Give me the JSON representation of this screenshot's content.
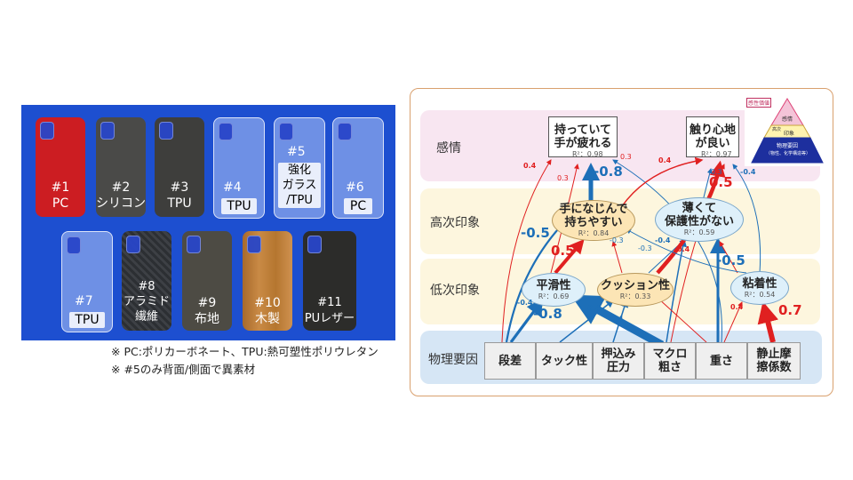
{
  "photo": {
    "cases": [
      {
        "num": "#1",
        "label": "PC",
        "color": "#cc1d22"
      },
      {
        "num": "#2",
        "label": "シリコン",
        "color": "#4a4a48"
      },
      {
        "num": "#3",
        "label": "TPU",
        "color": "#3e3e3c"
      },
      {
        "num": "#4",
        "label": "TPU",
        "color": "clear"
      },
      {
        "num": "#5",
        "label": "強化\nガラス\n/TPU",
        "color": "clear"
      },
      {
        "num": "#6",
        "label": "PC",
        "color": "clear"
      },
      {
        "num": "#7",
        "label": "TPU",
        "color": "clear"
      },
      {
        "num": "#8",
        "label": "アラミド\n繊維",
        "color": "#33363a"
      },
      {
        "num": "#9",
        "label": "布地",
        "color": "#4d4b44"
      },
      {
        "num": "#10",
        "label": "木製",
        "color": "#b57634"
      },
      {
        "num": "#11",
        "label": "PUレザー",
        "color": "#2c2c2a"
      }
    ],
    "notes": [
      "※ PC:ポリカーボネート、TPU:熱可塑性ポリウレタン",
      "※ #5のみ背面/側面で異素材"
    ]
  },
  "diagram": {
    "rows": {
      "kansei": "感情",
      "high": "高次印象",
      "low": "低次印象",
      "phys": "物理要因"
    },
    "emotions": [
      {
        "name": "持っていて\n手が疲れる",
        "r2": "R²：0.98"
      },
      {
        "name": "触り心地\nが良い",
        "r2": "R²：0.97"
      }
    ],
    "high": [
      {
        "name": "手になじんで\n持ちやすい",
        "r2": "R²：0.84"
      },
      {
        "name": "薄くて\n保護性がない",
        "r2": "R²：0.59"
      }
    ],
    "low": [
      {
        "name": "平滑性",
        "r2": "R²：0.69"
      },
      {
        "name": "クッション性",
        "r2": "R²：0.33"
      },
      {
        "name": "粘着性",
        "r2": "R²：0.54"
      }
    ],
    "phys": [
      "段差",
      "タック性",
      "押込み\n圧力",
      "マクロ\n粗さ",
      "重さ",
      "静止摩\n擦係数"
    ],
    "coefs": {
      "c1": "0.4",
      "c2": "0.3",
      "c3": "0.3",
      "c4": "-0.8",
      "c5": "0.4",
      "c6": "-0.3",
      "c7": "-0.4",
      "c8": "0.5",
      "c9": "-0.5",
      "c10": "0.5",
      "c11": "-0.3",
      "c12": "-0.3",
      "c13": "-0.4",
      "c14": "0.4",
      "c15": "-0.5",
      "c16": "-0.4",
      "c17": "-0.8",
      "c18": "-0.4",
      "c19": "-0.4",
      "c20": "0.4",
      "c21": "0.7"
    },
    "legend": {
      "top": "感性価値",
      "l1": "感情",
      "mid": "高次",
      "l2": "印象",
      "l3": "物理要因",
      "l3sub": "（物性、化学構造等）"
    },
    "colors": {
      "positive": "#e02020",
      "negative": "#1d6fb8"
    }
  }
}
